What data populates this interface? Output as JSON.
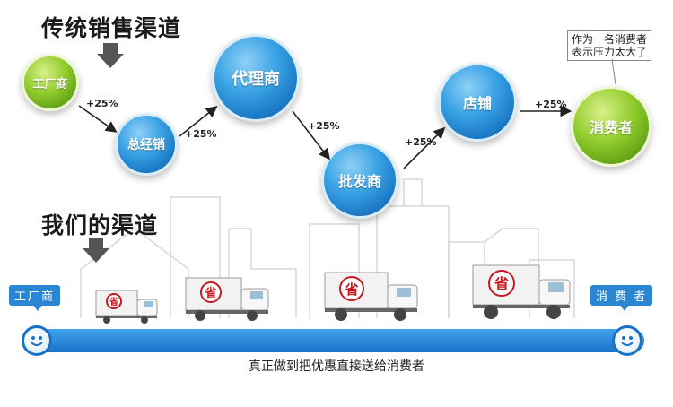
{
  "headings": {
    "top": "传统销售渠道",
    "bottom": "我们的渠道"
  },
  "traditional": {
    "nodes": [
      "工厂商",
      "总经销",
      "代理商",
      "批发商",
      "店铺",
      "消费者"
    ],
    "markups": [
      "+25%",
      "+25%",
      "+25%",
      "+25%",
      "+25%"
    ],
    "note_line1": "作为一名消费者",
    "note_line2": "表示压力太大了"
  },
  "ours": {
    "start_tag": "工厂商",
    "end_tag": "消 费 者",
    "truck_badge": "省",
    "caption": "真正做到把优惠直接送给消费者"
  },
  "colors": {
    "blue": "#1a77c4",
    "green": "#6aab1a",
    "bar": "#1a72c7"
  }
}
